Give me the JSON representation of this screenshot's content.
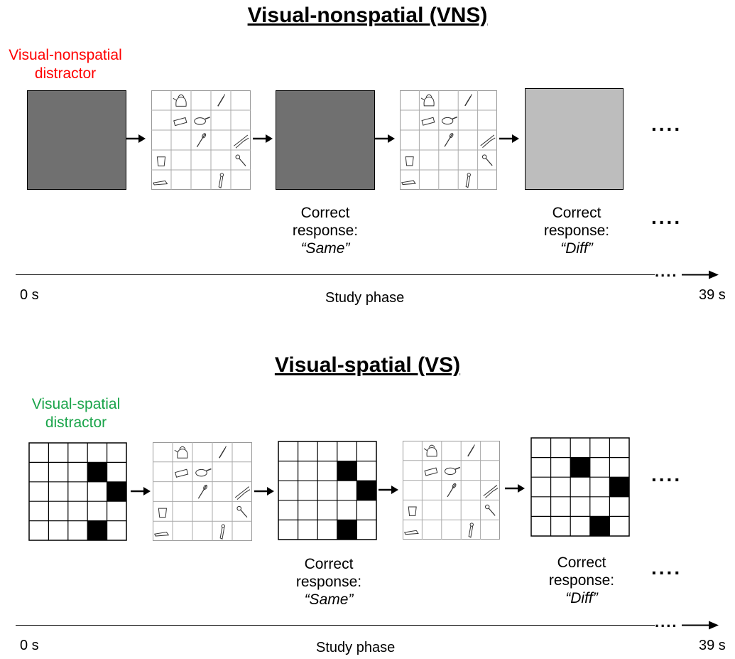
{
  "vns": {
    "title": "Visual-nonspatial (VNS)",
    "distractor_label_1": "Visual-nonspatial",
    "distractor_label_2": "distractor",
    "distractor_color": "#ff0000",
    "response1": {
      "line1": "Correct",
      "line2": "response:",
      "answer": "“Same”"
    },
    "response2": {
      "line1": "Correct",
      "line2": "response:",
      "answer": "“Diff”"
    },
    "dots": "....",
    "axis_start": "0 s",
    "axis_end": "39 s",
    "phase_label": "Study phase"
  },
  "vs": {
    "title": "Visual-spatial (VS)",
    "distractor_label_1": "Visual-spatial",
    "distractor_label_2": "distractor",
    "distractor_color": "#1aa44a",
    "response1": {
      "line1": "Correct",
      "line2": "response:",
      "answer": "“Same”"
    },
    "response2": {
      "line1": "Correct",
      "line2": "response:",
      "answer": "“Diff”"
    },
    "dots": "....",
    "axis_start": "0 s",
    "axis_end": "39 s",
    "phase_label": "Study phase",
    "pattern_same": [
      [
        1,
        3
      ],
      [
        2,
        4
      ],
      [
        4,
        3
      ]
    ],
    "pattern_diff": [
      [
        1,
        2
      ],
      [
        2,
        4
      ],
      [
        4,
        3
      ]
    ]
  },
  "study_grid": {
    "items": [
      {
        "row": 0,
        "col": 1,
        "icon": "kettle-icon"
      },
      {
        "row": 0,
        "col": 3,
        "icon": "candle-icon"
      },
      {
        "row": 1,
        "col": 1,
        "icon": "stapler-icon"
      },
      {
        "row": 1,
        "col": 2,
        "icon": "frying-pan-icon"
      },
      {
        "row": 2,
        "col": 2,
        "icon": "screwdriver-icon"
      },
      {
        "row": 2,
        "col": 4,
        "icon": "pliers-icon"
      },
      {
        "row": 3,
        "col": 0,
        "icon": "bucket-icon"
      },
      {
        "row": 3,
        "col": 4,
        "icon": "key-icon"
      },
      {
        "row": 4,
        "col": 0,
        "icon": "iron-icon"
      },
      {
        "row": 4,
        "col": 3,
        "icon": "tie-icon"
      }
    ]
  }
}
